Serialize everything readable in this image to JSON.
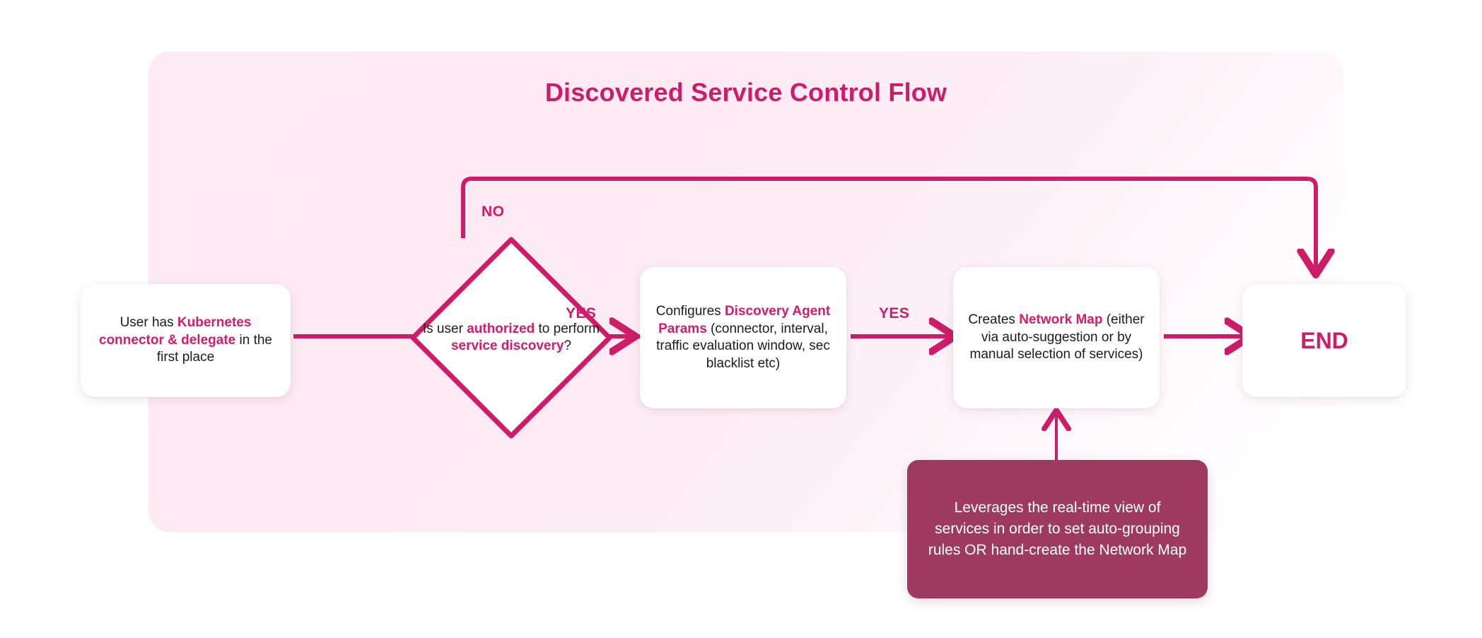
{
  "page": {
    "title": "Discovered Service Control Flow",
    "background": "#ffffff",
    "panel_color": "#fdebf4",
    "accent_color": "#ce1c68",
    "highlight_color": "#d41b6e",
    "note_color": "#9e3a5e",
    "connector_color": "#ce1c68"
  },
  "nodes": {
    "start": {
      "name": "start-node",
      "text_parts": [
        "User has ",
        "Kubernetes connector & delegate",
        " in the first place"
      ],
      "plain": "User has Kubernetes connector & delegate in the first place",
      "shape": "rounded-rect"
    },
    "decision": {
      "name": "decision-node",
      "text_parts": [
        "Is user ",
        "authorized",
        " to perform ",
        "service discovery",
        "?"
      ],
      "plain": "Is user authorized to perform service discovery?",
      "shape": "diamond"
    },
    "params": {
      "name": "configure-params-node",
      "text_parts": [
        "Configures ",
        "Discovery Agent Params",
        " (connector, interval, traffic evaluation window, sec blacklist etc)"
      ],
      "plain": "Configures Discovery Agent Params (connector, interval, traffic evaluation window, sec blacklist etc)",
      "shape": "rounded-rect"
    },
    "netmap": {
      "name": "create-network-map-node",
      "text_parts": [
        "Creates ",
        "Network Map",
        " (either via auto-suggestion or by manual selection of services)"
      ],
      "plain": "Creates Network Map (either via auto-suggestion or by manual selection of services)",
      "shape": "rounded-rect"
    },
    "end": {
      "name": "end-node",
      "label": "END",
      "shape": "rounded-rect"
    },
    "note": {
      "name": "annotation-note",
      "text": "Leverages the real-time view of services in order to set auto-grouping rules OR hand-create the Network Map",
      "shape": "rounded-rect-filled"
    }
  },
  "edges": [
    {
      "from": "start",
      "to": "decision",
      "label": ""
    },
    {
      "from": "decision",
      "to": "params",
      "label": "YES"
    },
    {
      "from": "params",
      "to": "netmap",
      "label": "YES"
    },
    {
      "from": "netmap",
      "to": "end",
      "label": ""
    },
    {
      "from": "decision",
      "to": "end",
      "label": "NO"
    },
    {
      "from": "note",
      "to": "netmap",
      "label": ""
    }
  ],
  "labels": {
    "no": "NO",
    "yes_1": "YES",
    "yes_2": "YES"
  }
}
